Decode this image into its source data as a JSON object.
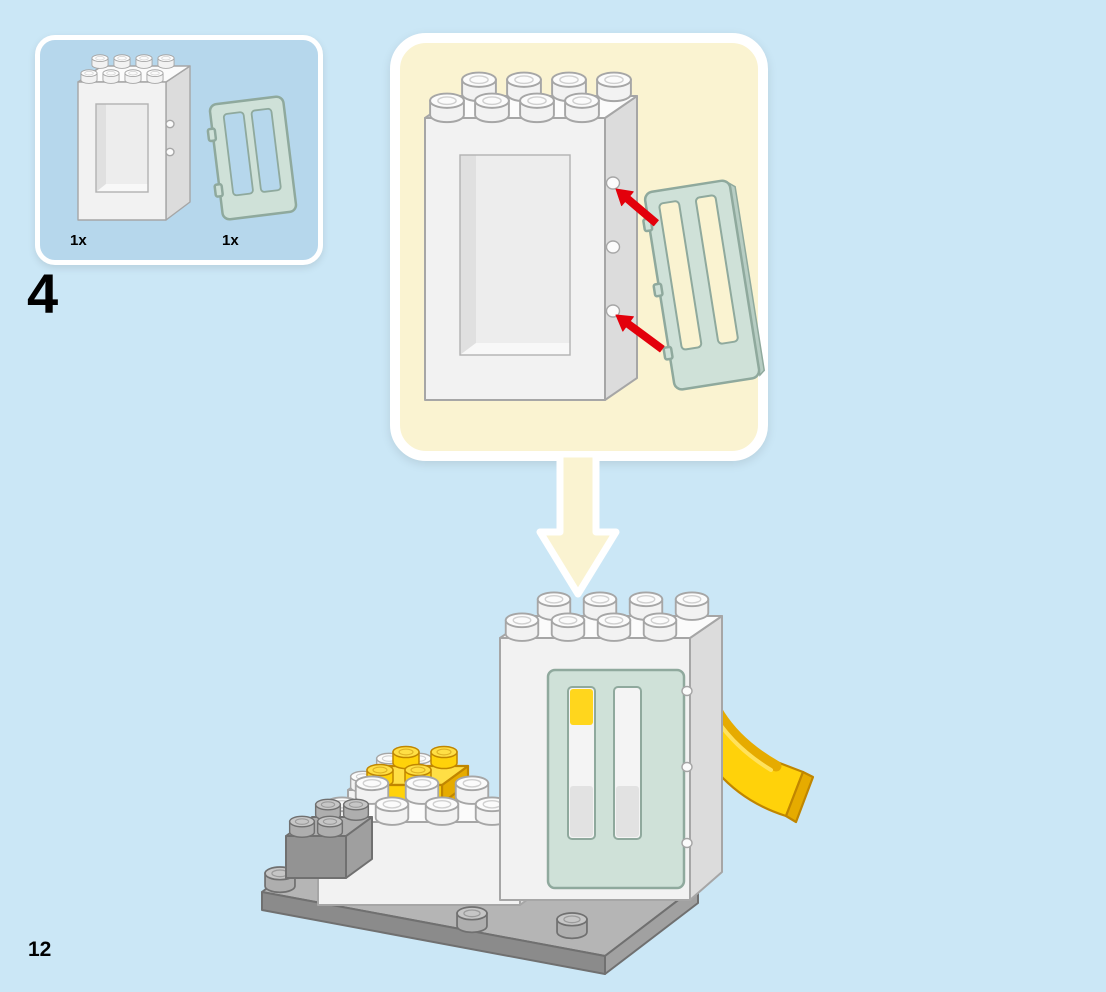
{
  "page": {
    "step_number": "4",
    "page_number": "12"
  },
  "parts_panel": {
    "items": [
      {
        "count": "1x",
        "part": "white-door-frame"
      },
      {
        "count": "1x",
        "part": "mint-door"
      }
    ]
  },
  "colors": {
    "bg": "#cbe7f6",
    "parts-bg": "#b6d7ec",
    "cream": "#faf3d1",
    "piece-white": "#f2f2f2",
    "piece-white-top": "#fbfbfb",
    "piece-shade": "#dcdcdc",
    "outline": "#a6a6a6",
    "mint": "#cfe1d8",
    "mint-line": "#8fa99d",
    "yellow": "#ffd20a",
    "yellow-top": "#ffdf45",
    "yellow-shade": "#e6ab00",
    "yellow-line": "#c08600",
    "plate-top": "#b5b5b5",
    "plate-front": "#8b8b8b",
    "plate-side": "#a1a1a1",
    "gray-top": "#aeaeae",
    "gray-front": "#939393",
    "gray-side": "#9f9f9f",
    "gray-line": "#707070",
    "red": "#e3000b"
  }
}
